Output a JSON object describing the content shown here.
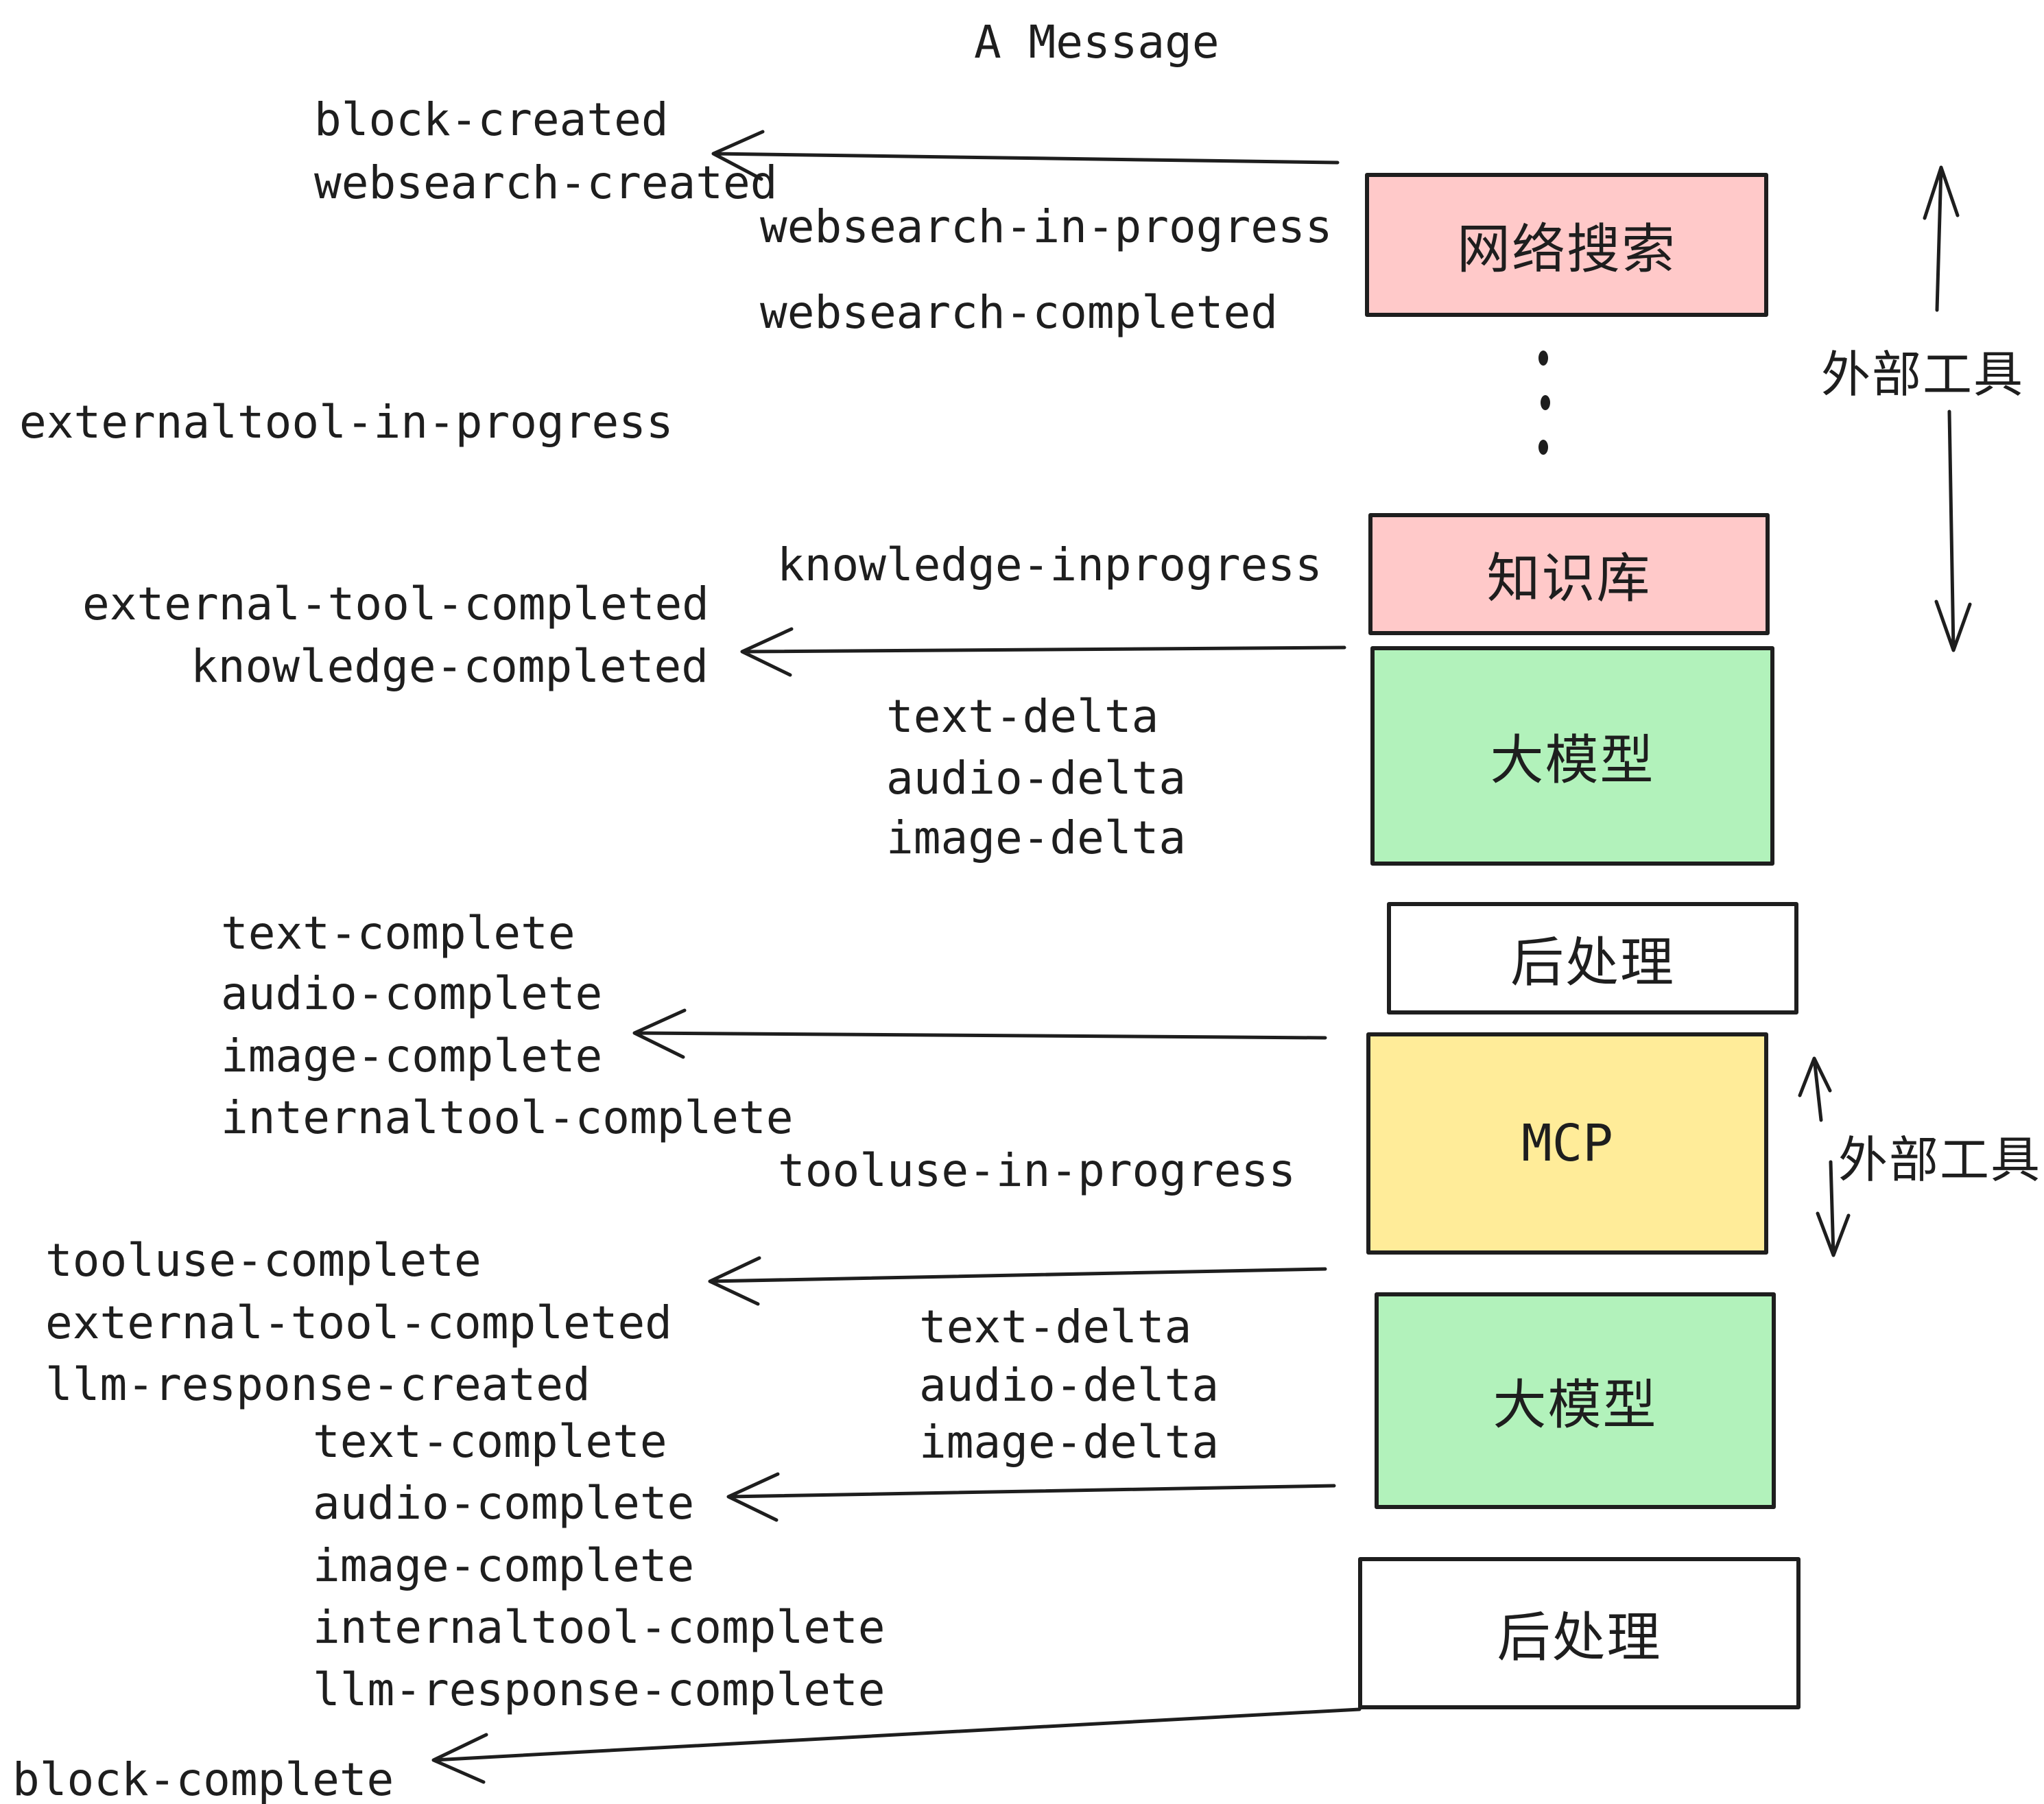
{
  "title": "A Message",
  "colors": {
    "box_pink": "#ffc9c9",
    "box_green": "#b2f2bb",
    "box_yellow": "#ffec99",
    "box_white": "#ffffff",
    "stroke": "#1e1e1e",
    "background": "#ffffff"
  },
  "boxes": [
    {
      "label": "网络搜索",
      "fill": "pink"
    },
    {
      "label": "知识库",
      "fill": "pink"
    },
    {
      "label": "大模型",
      "fill": "green"
    },
    {
      "label": "后处理",
      "fill": "white"
    },
    {
      "label": "MCP",
      "fill": "yellow"
    },
    {
      "label": "大模型",
      "fill": "green"
    },
    {
      "label": "后处理",
      "fill": "white"
    }
  ],
  "side_labels": [
    {
      "label": "外部工具"
    },
    {
      "label": "外部工具"
    }
  ],
  "events": [
    {
      "text": "block-created"
    },
    {
      "text": "websearch-created"
    },
    {
      "text": "websearch-in-progress"
    },
    {
      "text": "websearch-completed"
    },
    {
      "text": "externaltool-in-progress"
    },
    {
      "text": "knowledge-inprogress"
    },
    {
      "text": "external-tool-completed"
    },
    {
      "text": "knowledge-completed"
    },
    {
      "text": "text-delta"
    },
    {
      "text": "audio-delta"
    },
    {
      "text": "image-delta"
    },
    {
      "text": "text-complete"
    },
    {
      "text": "audio-complete"
    },
    {
      "text": "image-complete"
    },
    {
      "text": "internaltool-complete"
    },
    {
      "text": "tooluse-in-progress"
    },
    {
      "text": "tooluse-complete"
    },
    {
      "text": "external-tool-completed"
    },
    {
      "text": "llm-response-created"
    },
    {
      "text": "text-complete"
    },
    {
      "text": "audio-complete"
    },
    {
      "text": "image-complete"
    },
    {
      "text": "internaltool-complete"
    },
    {
      "text": "llm-response-complete"
    },
    {
      "text": "block-complete"
    },
    {
      "text": "text-delta"
    },
    {
      "text": "audio-delta"
    },
    {
      "text": "image-delta"
    }
  ]
}
